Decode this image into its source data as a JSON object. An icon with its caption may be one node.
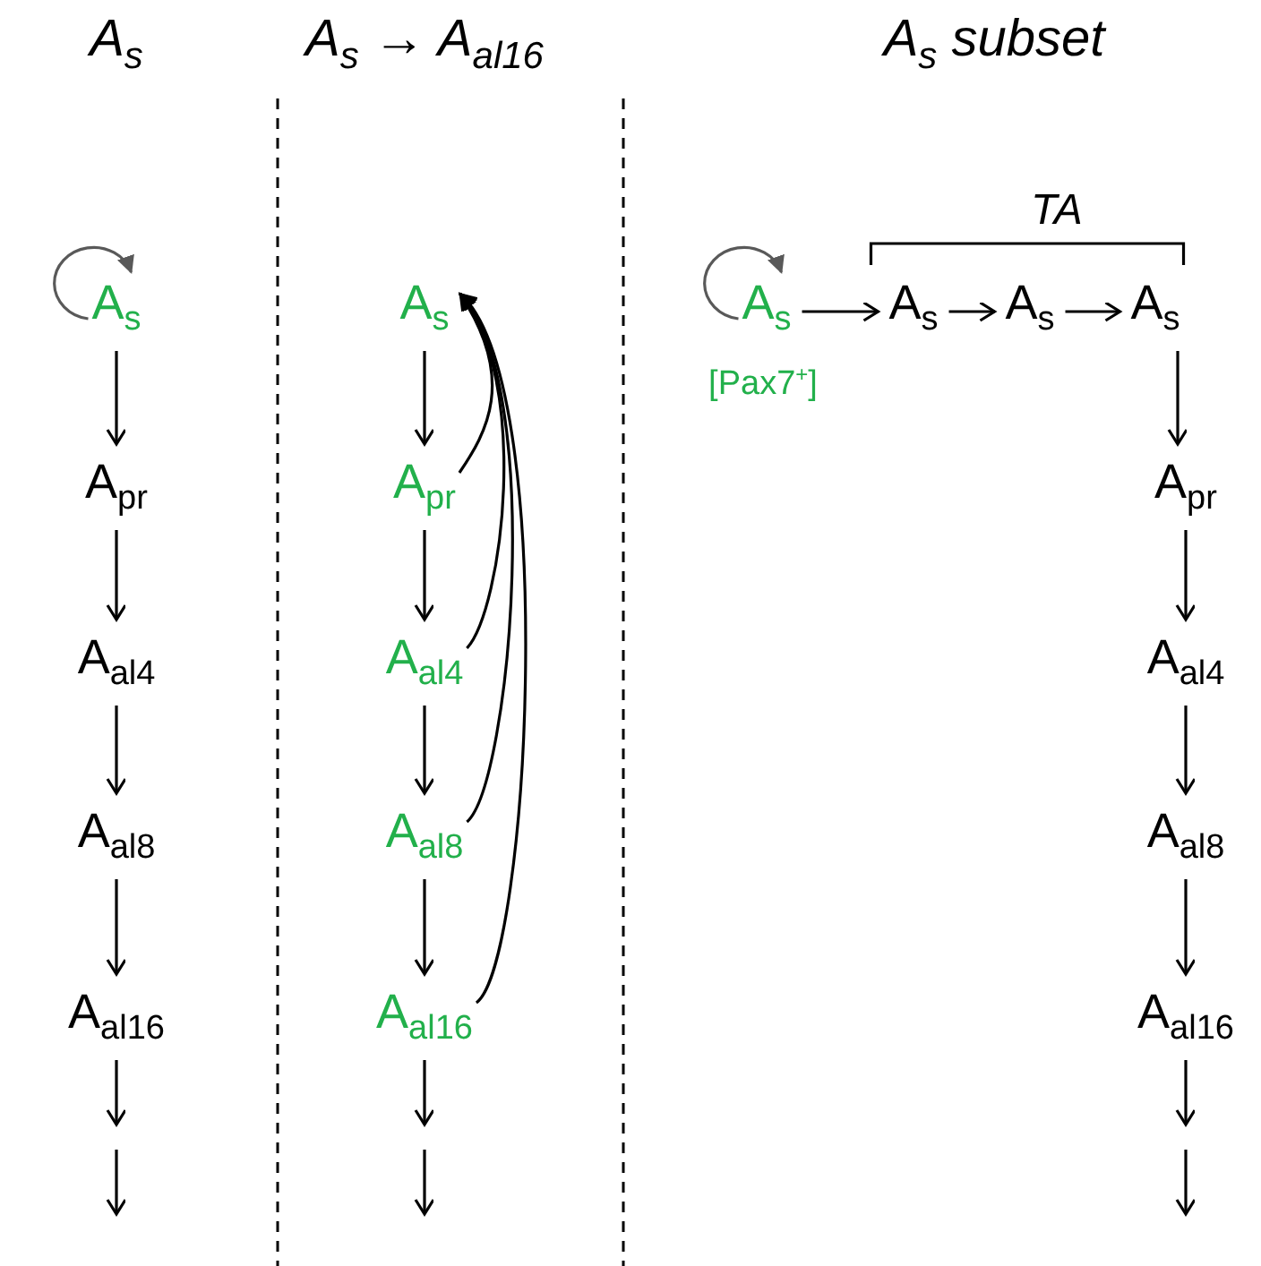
{
  "diagram": {
    "nodes": [
      {
        "text": [
          "A$_{s}$"
        ]
      },
      {
        "text": [
          "A$_{pr}$"
        ]
      },
      {
        "text": [
          "A$_{al4}$"
        ]
      },
      {
        "text": [
          "A$_{al8}$"
        ]
      },
      {
        "text": [
          "A$_{al16}$"
        ]
      },
      {
        "text": [
          "A$_{s}$"
        ]
      },
      {
        "text": [
          "A$_{pr}$"
        ]
      },
      {
        "text": [
          "A$_{al4}$"
        ]
      },
      {
        "text": [
          "A$_{al8}$"
        ]
      },
      {
        "text": [
          "A$_{al16}$"
        ]
      },
      {
        "text": [
          "A$_{s}$"
        ],
        "beside": [
          "[Pax7$^{+}$]"
        ]
      },
      {
        "text": [
          "A$_{s}$"
        ]
      },
      {
        "text": [
          "A$_{s}$"
        ]
      },
      {
        "text": [
          "A$_{s}$"
        ]
      },
      {
        "text": [
          "A$_{pr}$"
        ]
      },
      {
        "text": [
          "A$_{al4}$"
        ]
      },
      {
        "text": [
          "A$_{al8}$"
        ]
      },
      {
        "text": [
          "A$_{al16}$"
        ]
      }
    ],
    "edges": [
      {
        "from": 0,
        "to": 0,
        "arrow": "to",
        "color": "#595959"
      },
      {
        "from": 0,
        "to": 1,
        "arrow": "to"
      },
      {
        "from": 1,
        "to": 2,
        "arrow": "to"
      },
      {
        "from": 2,
        "to": 3,
        "arrow": "to"
      },
      {
        "from": 3,
        "to": 4,
        "arrow": "to"
      },
      {
        "from": 4,
        "to": null,
        "arrow": "to"
      },
      {
        "from": 5,
        "to": 6,
        "arrow": "to"
      },
      {
        "from": 6,
        "to": 7,
        "arrow": "to"
      },
      {
        "from": 7,
        "to": 8,
        "arrow": "to"
      },
      {
        "from": 8,
        "to": 9,
        "arrow": "to"
      },
      {
        "from": 9,
        "to": null,
        "arrow": "to"
      },
      {
        "from": 6,
        "to": 5,
        "arrow": "to"
      },
      {
        "from": 7,
        "to": 5,
        "arrow": "to"
      },
      {
        "from": 8,
        "to": 5,
        "arrow": "to"
      },
      {
        "from": 9,
        "to": 5,
        "arrow": "to"
      },
      {
        "from": 10,
        "to": 10,
        "arrow": "to",
        "color": "#595959"
      },
      {
        "from": 10,
        "to": 11,
        "arrow": "to"
      },
      {
        "from": 11,
        "to": 12,
        "arrow": "to"
      },
      {
        "from": 12,
        "to": 13,
        "arrow": "to"
      },
      {
        "from": 13,
        "to": 14,
        "arrow": "to"
      },
      {
        "from": 14,
        "to": 15,
        "arrow": "to"
      },
      {
        "from": 15,
        "to": 16,
        "arrow": "to"
      },
      {
        "from": 16,
        "to": 17,
        "arrow": "to"
      },
      {
        "from": 17,
        "to": null,
        "arrow": "to"
      }
    ],
    "labels": [
      "A$_{s}$",
      "A$_{s}$ → A$_{al16}$",
      "A$_{s}$ subset",
      "TA"
    ]
  }
}
